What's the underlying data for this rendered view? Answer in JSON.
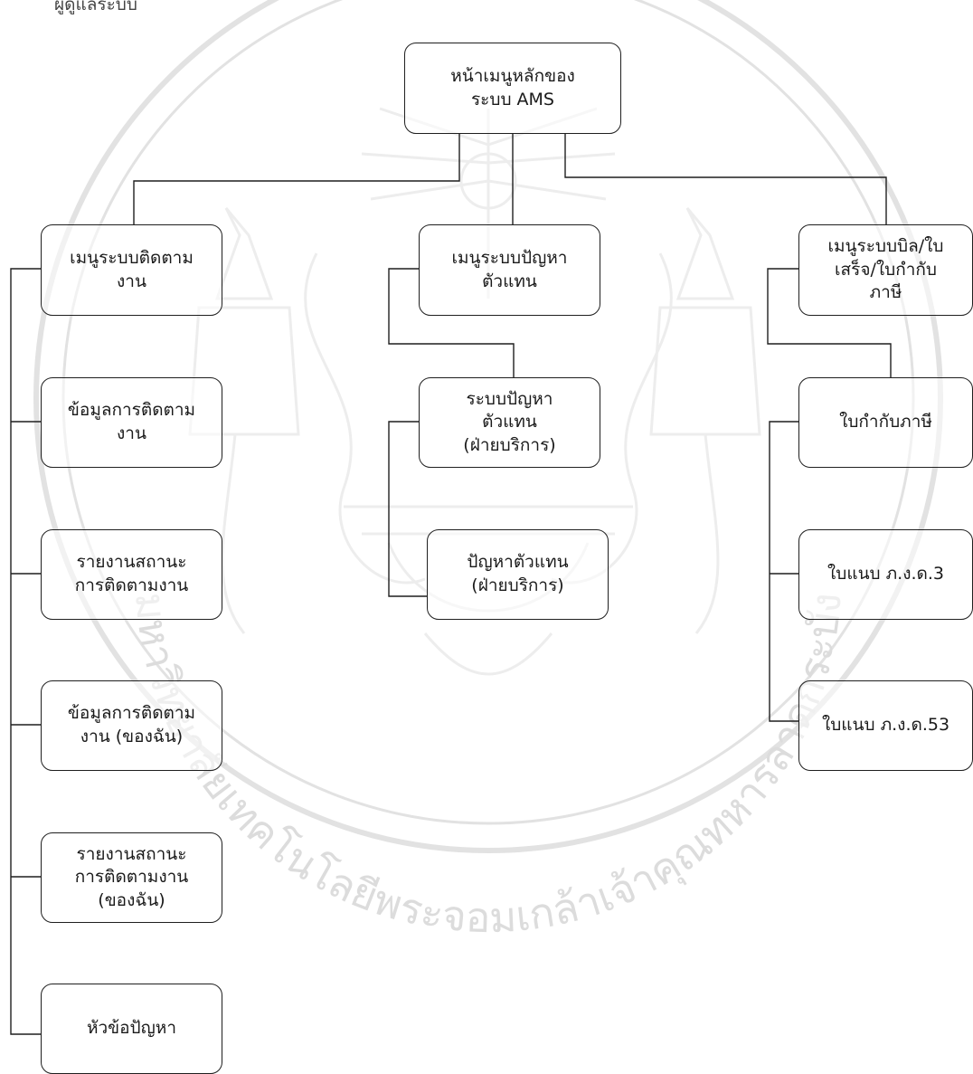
{
  "top_fragment": "ผู้ดูแลระบบ",
  "watermark": {
    "arc_text": "มหาวิทยาลัยเทคโนโลยีพระจอมเกล้าเจ้าคุณทหารลาดกระบัง"
  },
  "nodes": {
    "root": "หน้าเมนูหลักของ\nระบบ AMS",
    "tracking_menu": "เมนูระบบติดตาม\nงาน",
    "agent_menu": "เมนูระบบปัญหา\nตัวแทน",
    "billing_menu": "เมนูระบบบิล/ใบ\nเสร็จ/ใบกำกับ\nภาษี",
    "tracking_info": "ข้อมูลการติดตาม\nงาน",
    "tracking_report": "รายงานสถานะ\nการติดตามงาน",
    "tracking_info_mine": "ข้อมูลการติดตาม\nงาน (ของฉัน)",
    "tracking_report_mine": "รายงานสถานะ\nการติดตามงาน\n(ของฉัน)",
    "problem_topic": "หัวข้อปัญหา",
    "agent_system_service": "ระบบปัญหา\nตัวแทน\n(ฝ่ายบริการ)",
    "agent_problem_service": "ปัญหาตัวแทน\n(ฝ่ายบริการ)",
    "tax_invoice": "ใบกำกับภาษี",
    "attachment_pngd3": "ใบแนบ ภ.ง.ด.3",
    "attachment_pngd53": "ใบแนบ ภ.ง.ด.53"
  }
}
